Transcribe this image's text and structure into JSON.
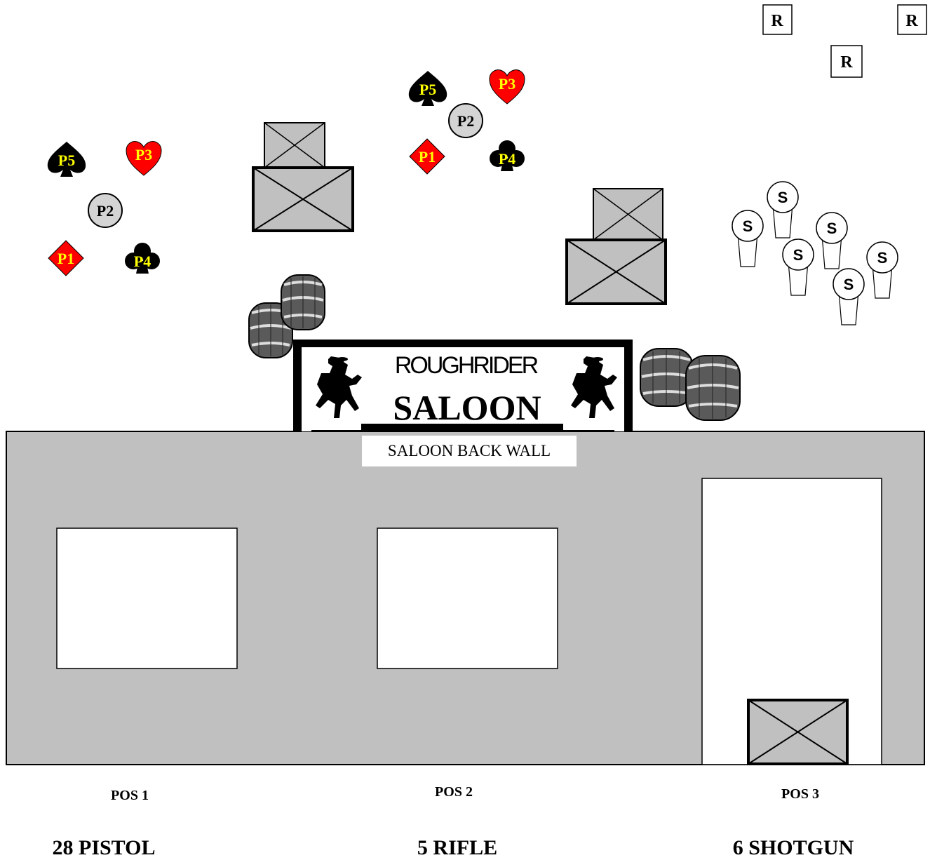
{
  "sign": {
    "line1": "ROUGHRIDER",
    "line2": "SALOON"
  },
  "wall": {
    "label": "SALOON BACK WALL",
    "color": "#c0c0c0"
  },
  "target_groups": [
    {
      "targets": [
        {
          "label": "P5",
          "suit": "spade"
        },
        {
          "label": "P3",
          "suit": "heart"
        },
        {
          "label": "P2",
          "suit": "circle"
        },
        {
          "label": "P1",
          "suit": "diamond"
        },
        {
          "label": "P4",
          "suit": "club"
        }
      ]
    },
    {
      "targets": [
        {
          "label": "P5",
          "suit": "spade"
        },
        {
          "label": "P3",
          "suit": "heart"
        },
        {
          "label": "P2",
          "suit": "circle"
        },
        {
          "label": "P1",
          "suit": "diamond"
        },
        {
          "label": "P4",
          "suit": "club"
        }
      ]
    }
  ],
  "rifle_targets": [
    "R",
    "R",
    "R"
  ],
  "shotgun_targets": [
    "S",
    "S",
    "S",
    "S",
    "S",
    "S"
  ],
  "positions": [
    {
      "label": "POS 1",
      "round_count": "28 PISTOL"
    },
    {
      "label": "POS 2",
      "round_count": "5 RIFLE"
    },
    {
      "label": "POS 3",
      "round_count": "6 SHOTGUN"
    }
  ],
  "colors": {
    "label_yellow": "#ffff00",
    "heart_red": "#ff0000",
    "crate_gray": "#c0c0c0",
    "target_gray": "#d4d4d4"
  }
}
